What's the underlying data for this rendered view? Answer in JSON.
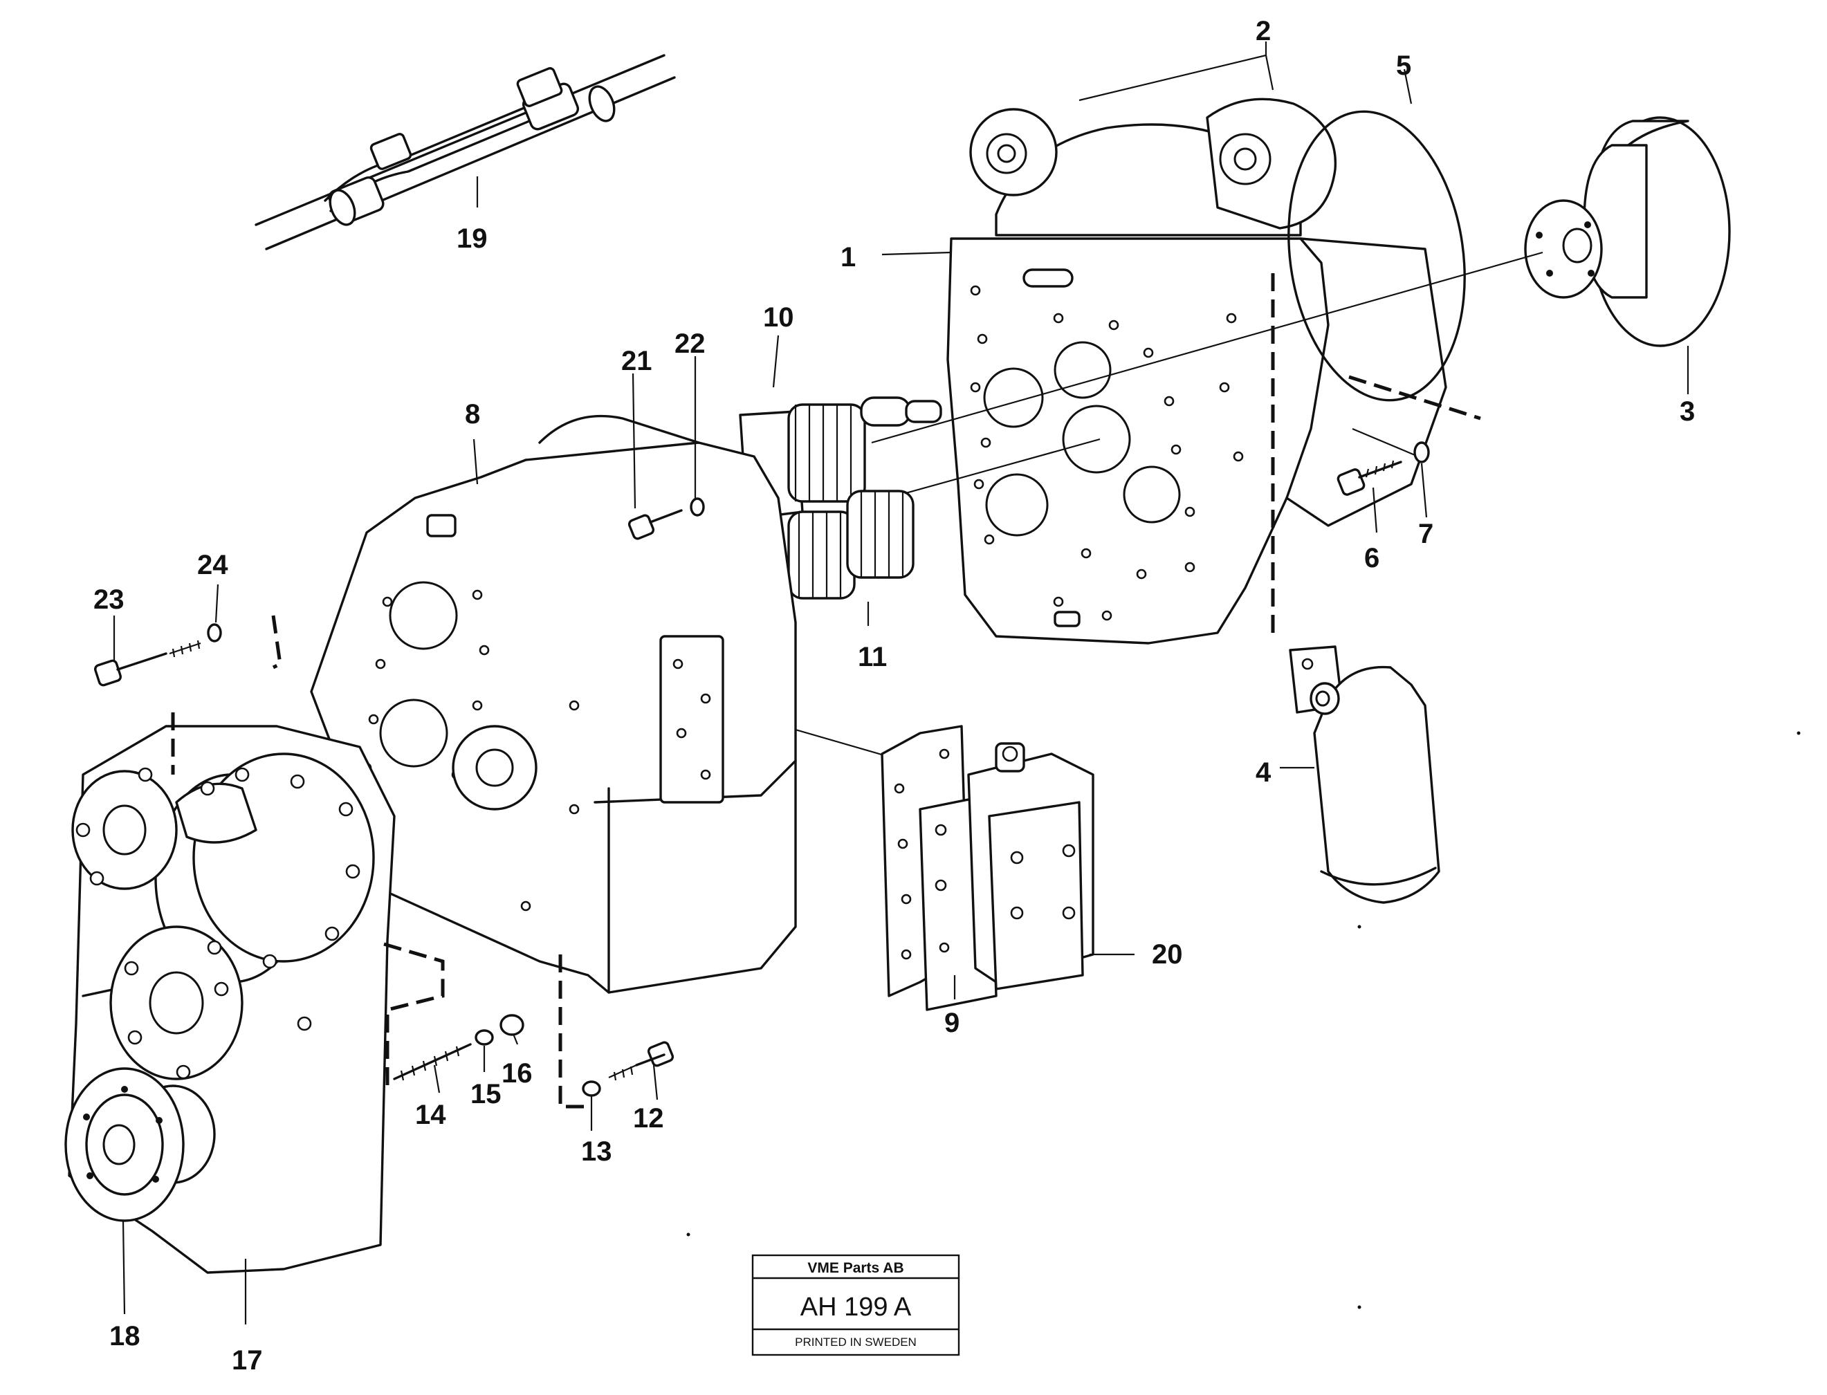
{
  "callouts": [
    "1",
    "2",
    "3",
    "4",
    "5",
    "6",
    "7",
    "8",
    "9",
    "10",
    "11",
    "12",
    "13",
    "14",
    "15",
    "16",
    "17",
    "18",
    "19",
    "20",
    "21",
    "22",
    "23",
    "24"
  ],
  "stamp": {
    "company": "VME Parts AB",
    "code": "AH 199 A",
    "printed": "PRINTED IN SWEDEN"
  }
}
